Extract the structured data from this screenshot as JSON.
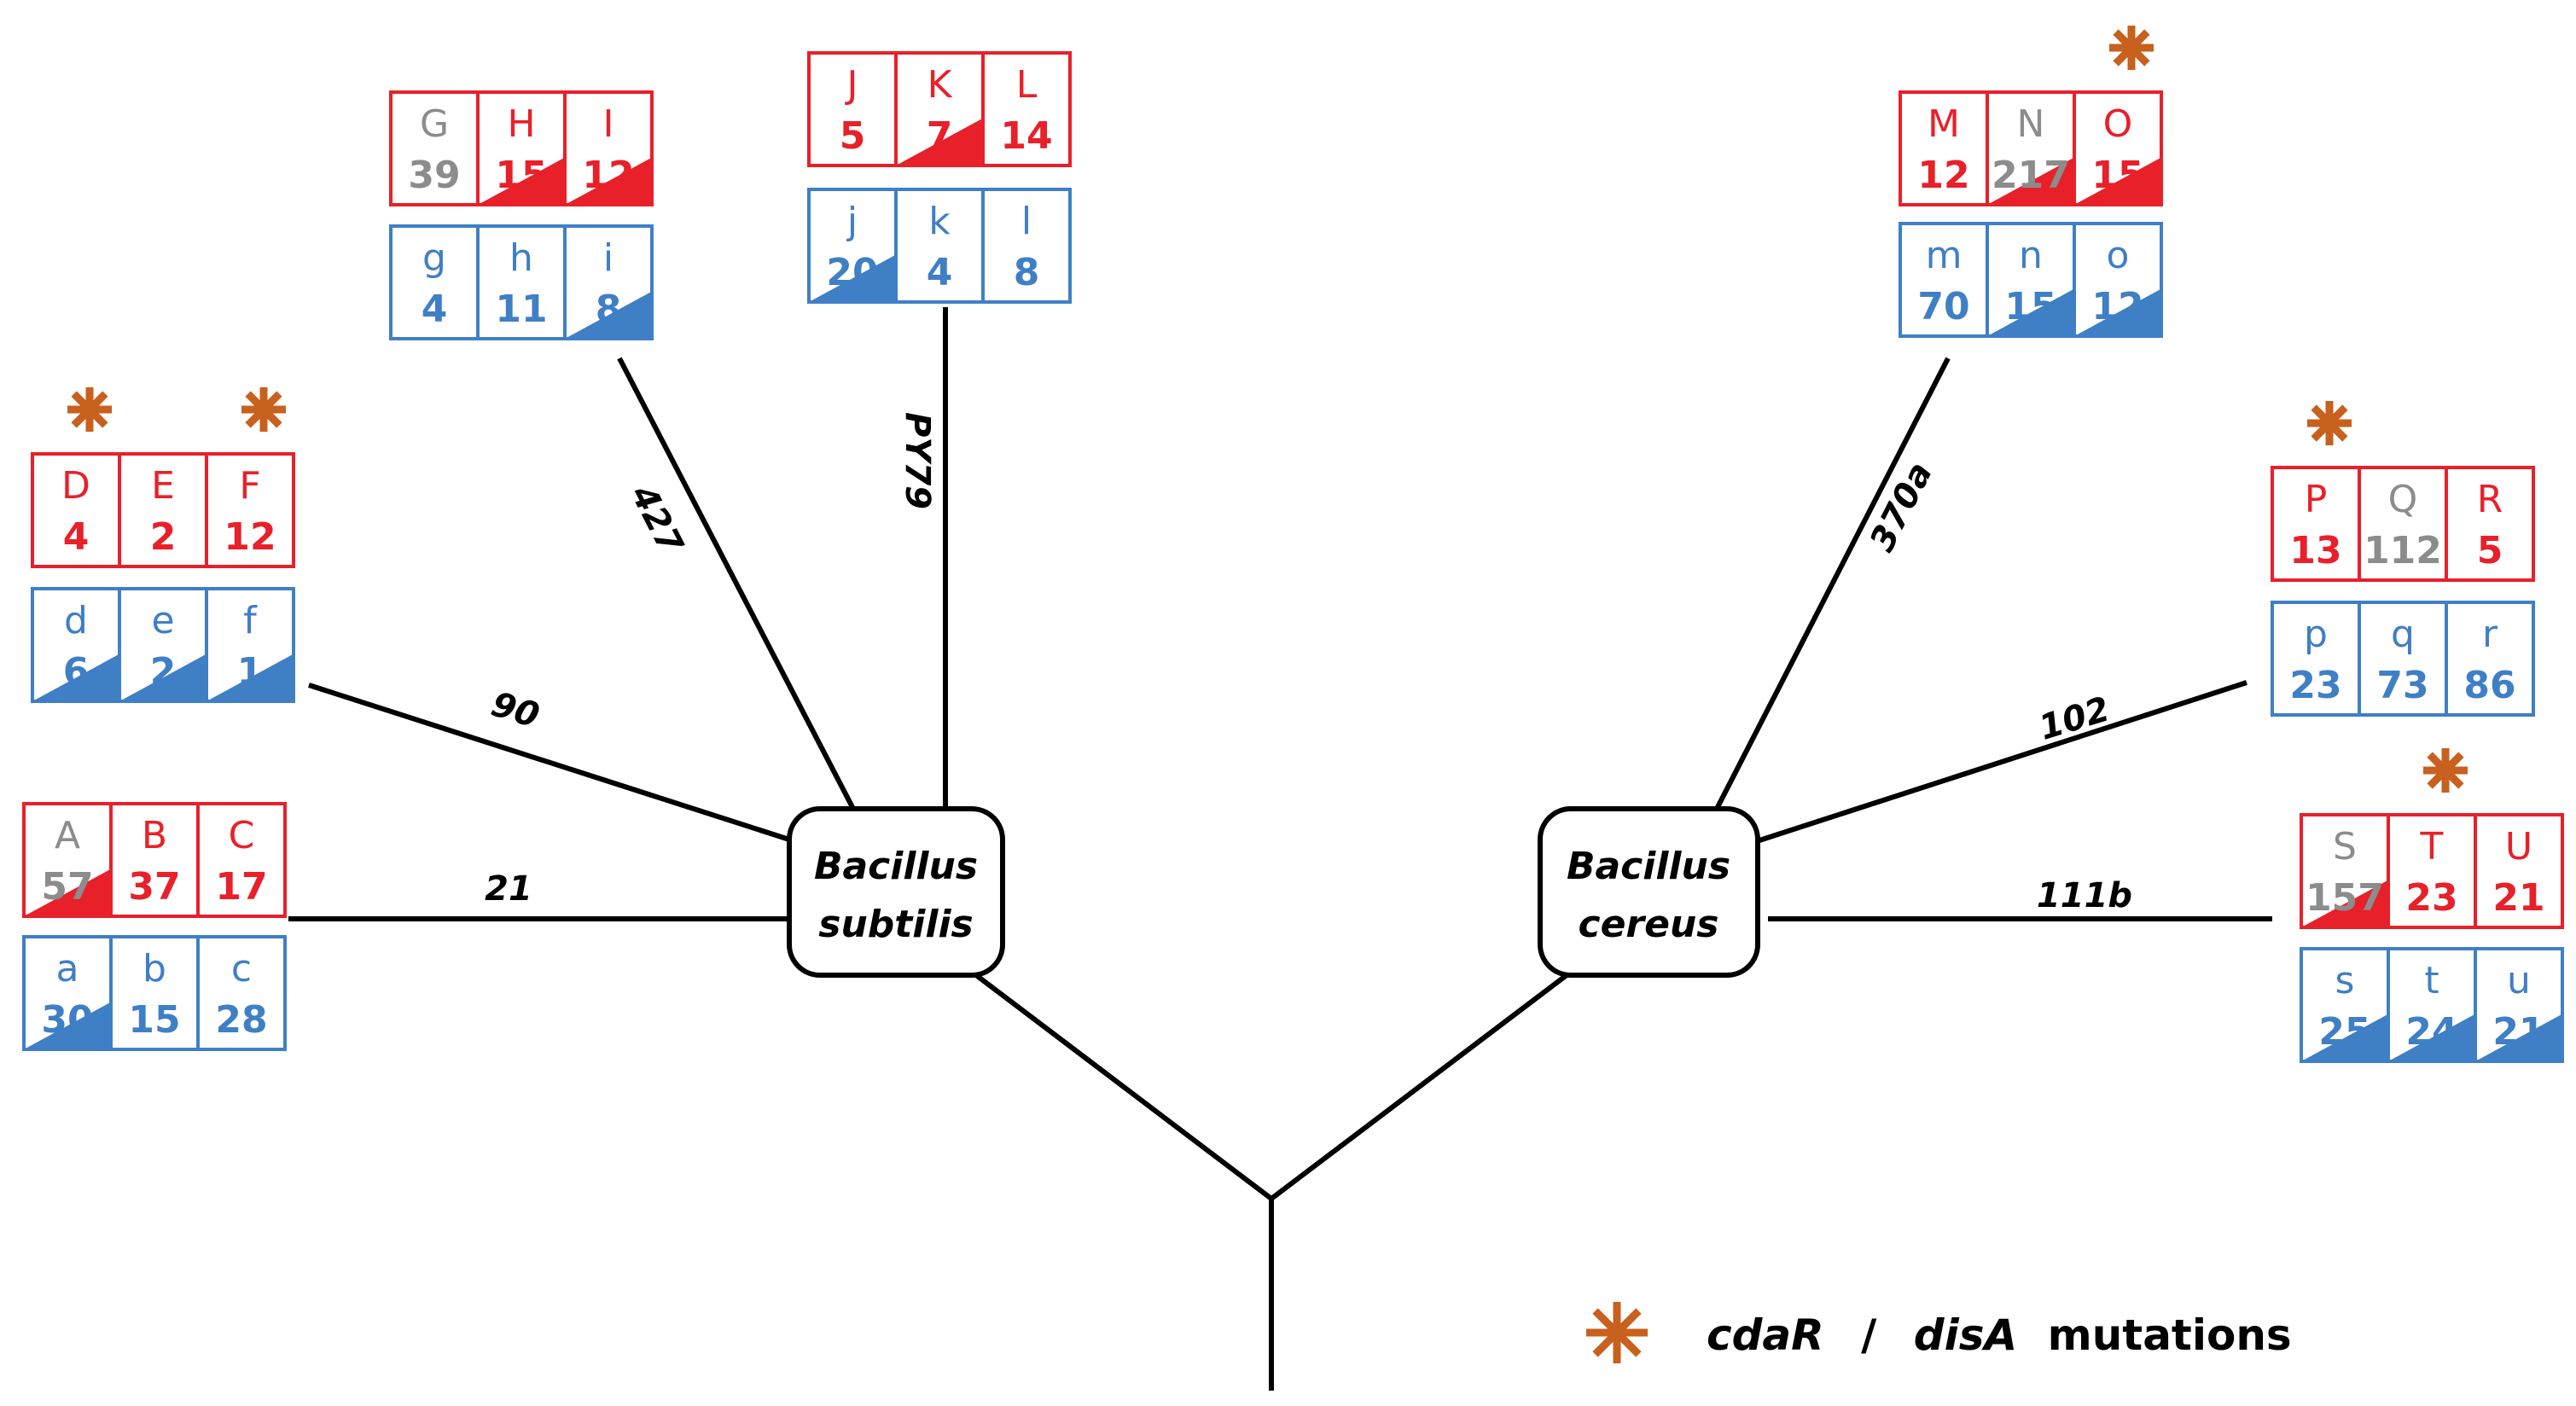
{
  "colors": {
    "red": "#e8202a",
    "blue": "#3f7fc6",
    "gray": "#8c8c8c",
    "orange": "#c8601e",
    "line": "#000000"
  },
  "nodes": {
    "subtilis": {
      "line1": "Bacillus",
      "line2": "subtilis"
    },
    "cereus": {
      "line1": "Bacillus",
      "line2": "cereus"
    }
  },
  "edges": {
    "e21": "21",
    "e90": "90",
    "e427": "427",
    "ePY79": "PY79",
    "e370a": "370a",
    "e102": "102",
    "e111b": "111b"
  },
  "legend": {
    "icon": "asterisk-icon",
    "word1": "cdaR",
    "sep": "/",
    "word2": "disA",
    "word3": "mutations"
  },
  "groups": [
    {
      "id": "abc",
      "edge": "21",
      "top": [
        {
          "letter": "A",
          "count": "57",
          "color": "gray",
          "mark": true
        },
        {
          "letter": "B",
          "count": "37",
          "color": "red",
          "mark": false
        },
        {
          "letter": "C",
          "count": "17",
          "color": "red",
          "mark": false
        }
      ],
      "bottom": [
        {
          "letter": "a",
          "count": "30",
          "mark": true
        },
        {
          "letter": "b",
          "count": "15",
          "mark": false
        },
        {
          "letter": "c",
          "count": "28",
          "mark": false
        }
      ],
      "mutations": []
    },
    {
      "id": "def",
      "edge": "90",
      "top": [
        {
          "letter": "D",
          "count": "4",
          "color": "red",
          "mark": false
        },
        {
          "letter": "E",
          "count": "2",
          "color": "red",
          "mark": false
        },
        {
          "letter": "F",
          "count": "12",
          "color": "red",
          "mark": false
        }
      ],
      "bottom": [
        {
          "letter": "d",
          "count": "6",
          "mark": true
        },
        {
          "letter": "e",
          "count": "2",
          "mark": true
        },
        {
          "letter": "f",
          "count": "1",
          "mark": true
        }
      ],
      "mutations": [
        0,
        2
      ]
    },
    {
      "id": "ghi",
      "edge": "427",
      "top": [
        {
          "letter": "G",
          "count": "39",
          "color": "gray",
          "mark": false
        },
        {
          "letter": "H",
          "count": "15",
          "color": "red",
          "mark": true
        },
        {
          "letter": "I",
          "count": "12",
          "color": "red",
          "mark": true
        }
      ],
      "bottom": [
        {
          "letter": "g",
          "count": "4",
          "mark": false
        },
        {
          "letter": "h",
          "count": "11",
          "mark": false
        },
        {
          "letter": "i",
          "count": "8",
          "mark": true
        }
      ],
      "mutations": []
    },
    {
      "id": "jkl",
      "edge": "PY79",
      "top": [
        {
          "letter": "J",
          "count": "5",
          "color": "red",
          "mark": false
        },
        {
          "letter": "K",
          "count": "7",
          "color": "red",
          "mark": true
        },
        {
          "letter": "L",
          "count": "14",
          "color": "red",
          "mark": false
        }
      ],
      "bottom": [
        {
          "letter": "j",
          "count": "20",
          "mark": true
        },
        {
          "letter": "k",
          "count": "4",
          "mark": false
        },
        {
          "letter": "l",
          "count": "8",
          "mark": false
        }
      ],
      "mutations": []
    },
    {
      "id": "mno",
      "edge": "370a",
      "top": [
        {
          "letter": "M",
          "count": "12",
          "color": "red",
          "mark": false
        },
        {
          "letter": "N",
          "count": "217",
          "color": "gray",
          "mark": true
        },
        {
          "letter": "O",
          "count": "15",
          "color": "red",
          "mark": true
        }
      ],
      "bottom": [
        {
          "letter": "m",
          "count": "70",
          "mark": false
        },
        {
          "letter": "n",
          "count": "15",
          "mark": true
        },
        {
          "letter": "o",
          "count": "12",
          "mark": true
        }
      ],
      "mutations": [
        2
      ]
    },
    {
      "id": "pqr",
      "edge": "102",
      "top": [
        {
          "letter": "P",
          "count": "13",
          "color": "red",
          "mark": false
        },
        {
          "letter": "Q",
          "count": "112",
          "color": "gray",
          "mark": false
        },
        {
          "letter": "R",
          "count": "5",
          "color": "red",
          "mark": false
        }
      ],
      "bottom": [
        {
          "letter": "p",
          "count": "23",
          "mark": false
        },
        {
          "letter": "q",
          "count": "73",
          "mark": false
        },
        {
          "letter": "r",
          "count": "86",
          "mark": false
        }
      ],
      "mutations": [
        0
      ]
    },
    {
      "id": "stu",
      "edge": "111b",
      "top": [
        {
          "letter": "S",
          "count": "157",
          "color": "gray",
          "mark": true
        },
        {
          "letter": "T",
          "count": "23",
          "color": "red",
          "mark": false
        },
        {
          "letter": "U",
          "count": "21",
          "color": "red",
          "mark": false
        }
      ],
      "bottom": [
        {
          "letter": "s",
          "count": "25",
          "mark": true
        },
        {
          "letter": "t",
          "count": "24",
          "mark": true
        },
        {
          "letter": "u",
          "count": "21",
          "mark": true
        }
      ],
      "mutations": [
        1
      ]
    }
  ]
}
